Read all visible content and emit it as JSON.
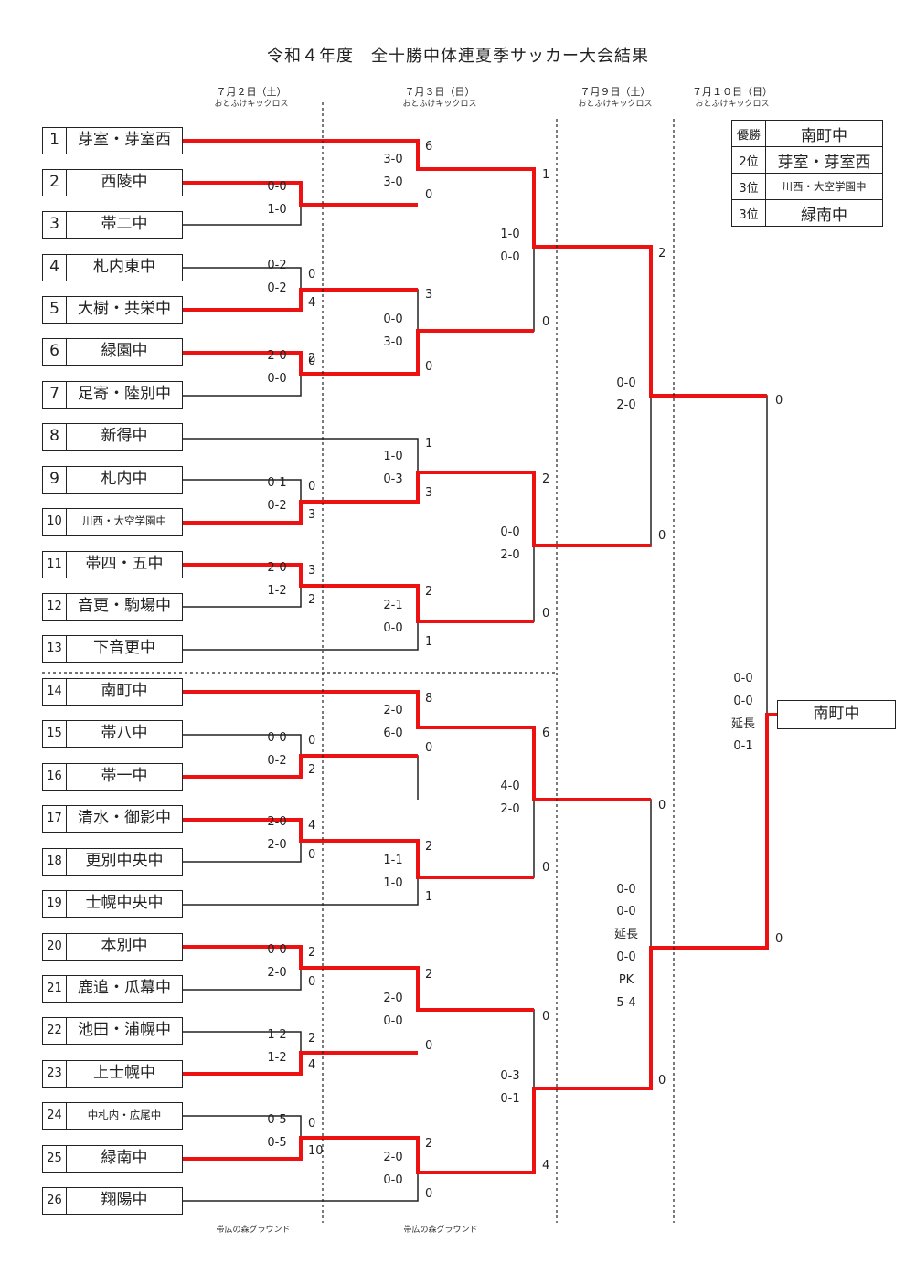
{
  "title": "令和４年度　全十勝中体連夏季サッカー大会結果",
  "rounds": [
    {
      "date": "７月２日（土）",
      "venue": "おとふけキックロス"
    },
    {
      "date": "７月３日（日）",
      "venue": "おとふけキックロス"
    },
    {
      "date": "７月９日（土）",
      "venue": "おとふけキックロス"
    },
    {
      "date": "７月１０日（日）",
      "venue": "おとふけキックロス"
    }
  ],
  "footer_venues": [
    "帯広の森グラウンド",
    "帯広の森グラウンド"
  ],
  "teams": [
    {
      "num": "1",
      "name": "芽室・芽室西"
    },
    {
      "num": "2",
      "name": "西陵中"
    },
    {
      "num": "3",
      "name": "帯二中"
    },
    {
      "num": "4",
      "name": "札内東中"
    },
    {
      "num": "5",
      "name": "大樹・共栄中"
    },
    {
      "num": "6",
      "name": "緑園中"
    },
    {
      "num": "7",
      "name": "足寄・陸別中"
    },
    {
      "num": "8",
      "name": "新得中"
    },
    {
      "num": "9",
      "name": "札内中"
    },
    {
      "num": "10",
      "name": "川西・大空学園中"
    },
    {
      "num": "11",
      "name": "帯四・五中"
    },
    {
      "num": "12",
      "name": "音更・駒場中"
    },
    {
      "num": "13",
      "name": "下音更中"
    },
    {
      "num": "14",
      "name": "南町中"
    },
    {
      "num": "15",
      "name": "帯八中"
    },
    {
      "num": "16",
      "name": "帯一中"
    },
    {
      "num": "17",
      "name": "清水・御影中"
    },
    {
      "num": "18",
      "name": "更別中央中"
    },
    {
      "num": "19",
      "name": "士幌中央中"
    },
    {
      "num": "20",
      "name": "本別中"
    },
    {
      "num": "21",
      "name": "鹿追・瓜幕中"
    },
    {
      "num": "22",
      "name": "池田・浦幌中"
    },
    {
      "num": "23",
      "name": "上士幌中"
    },
    {
      "num": "24",
      "name": "中札内・広尾中"
    },
    {
      "num": "25",
      "name": "緑南中"
    },
    {
      "num": "26",
      "name": "翔陽中"
    }
  ],
  "standings": [
    {
      "rank": "優勝",
      "team": "南町中"
    },
    {
      "rank": "2位",
      "team": "芽室・芽室西"
    },
    {
      "rank": "3位",
      "team": "川西・大空学園中"
    },
    {
      "rank": "3位",
      "team": "緑南中"
    }
  ],
  "champion": "南町中",
  "r1_matches": [
    {
      "half1": "0-0",
      "half2": "1-0"
    },
    {
      "half1": "0-2",
      "half2": "0-2",
      "top": "0",
      "bottom": "4"
    },
    {
      "half1": "2-0",
      "half2": "0-0",
      "top": "2",
      "bottom": "0"
    },
    {
      "half1": "0-1",
      "half2": "0-2",
      "top": "0",
      "bottom": "3"
    },
    {
      "half1": "2-0",
      "half2": "1-2",
      "top": "3",
      "bottom": "2"
    },
    {
      "half1": "0-0",
      "half2": "0-2",
      "top": "0",
      "bottom": "2"
    },
    {
      "half1": "2-0",
      "half2": "2-0",
      "top": "4",
      "bottom": "0"
    },
    {
      "half1": "0-0",
      "half2": "2-0",
      "top": "2",
      "bottom": "0"
    },
    {
      "half1": "1-2",
      "half2": "1-2",
      "top": "2",
      "bottom": "4"
    },
    {
      "half1": "0-5",
      "half2": "0-5",
      "top": "0",
      "bottom": "10"
    }
  ],
  "r2_matches": [
    {
      "half1": "3-0",
      "half2": "3-0",
      "top": "6",
      "bottom": "0"
    },
    {
      "half1": "0-0",
      "half2": "3-0",
      "top": "3",
      "bottom": "0"
    },
    {
      "half1": "1-0",
      "half2": "0-3",
      "top": "1",
      "bottom": "3"
    },
    {
      "half1": "2-1",
      "half2": "0-0",
      "top": "2",
      "bottom": "1"
    },
    {
      "half1": "2-0",
      "half2": "6-0",
      "top": "8",
      "bottom": "0"
    },
    {
      "half1": "1-1",
      "half2": "1-0",
      "top": "2",
      "bottom": "1"
    },
    {
      "half1": "2-0",
      "half2": "0-0",
      "top": "2",
      "bottom": "0"
    },
    {
      "half1": "2-0",
      "half2": "0-0",
      "top": "2",
      "bottom": "0"
    }
  ],
  "qf_matches": [
    {
      "half1": "1-0",
      "half2": "0-0",
      "top": "1",
      "bottom": "0"
    },
    {
      "half1": "0-0",
      "half2": "2-0",
      "top": "2",
      "bottom": "0"
    },
    {
      "half1": "4-0",
      "half2": "2-0",
      "top": "6",
      "bottom": "0"
    },
    {
      "half1": "0-3",
      "half2": "0-1",
      "top": "0",
      "bottom": "4"
    }
  ],
  "sf_matches": [
    {
      "lines": [
        "0-0",
        "2-0"
      ],
      "top": "2",
      "bottom": "0"
    },
    {
      "lines": [
        "0-0",
        "0-0",
        "延長",
        "0-0",
        "PK",
        "5-4"
      ],
      "top": "0",
      "bottom": "0"
    }
  ],
  "final_match": {
    "lines": [
      "0-0",
      "0-0",
      "延長",
      "0-1"
    ],
    "top": "0",
    "bottom": "0"
  },
  "colors": {
    "win_line": "#ee1111",
    "line": "#222222"
  }
}
